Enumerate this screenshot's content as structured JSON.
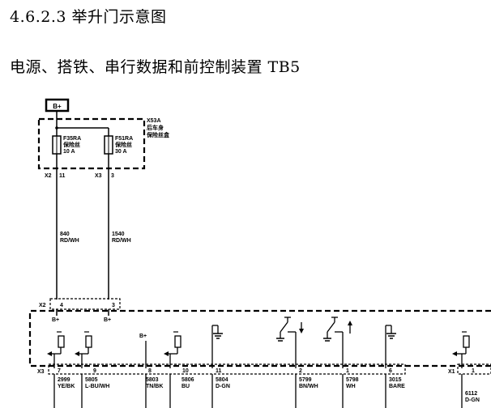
{
  "section_title": "4.6.2.3 举升门示意图",
  "subsection_title": "电源、搭铁、串行数据和前控制装置 TB5",
  "power_label": "B+",
  "fuse_block": {
    "id": "X53A",
    "line1": "后车身",
    "line2": "保险丝盒"
  },
  "fuses": [
    {
      "id": "F35RA",
      "name": "保险丝",
      "rating": "10 A"
    },
    {
      "id": "F51RA",
      "name": "保险丝",
      "rating": "30 A"
    }
  ],
  "fuse_block_connectors": [
    {
      "conn": "X2",
      "pin": "11"
    },
    {
      "conn": "X3",
      "pin": "3"
    }
  ],
  "wires_upper": [
    {
      "circuit": "840",
      "color": "RD/WH"
    },
    {
      "circuit": "1540",
      "color": "RD/WH"
    }
  ],
  "module_input_connector": {
    "conn": "X2",
    "pins": [
      "4",
      "3"
    ],
    "labels": [
      "B+",
      "B+"
    ]
  },
  "module_mid_label": "B+",
  "module_bottom_connectors": [
    {
      "conn": "X3",
      "pins": [
        "7",
        "9",
        "8",
        "10",
        "11",
        "2",
        "1",
        "6"
      ]
    },
    {
      "conn": "X1",
      "pins": [
        "1"
      ]
    }
  ],
  "wires_lower": [
    {
      "circuit": "2999",
      "color": "YE/BK"
    },
    {
      "circuit": "5805",
      "color": "L-BU/WH"
    },
    {
      "circuit": "5803",
      "color": "TN/BK"
    },
    {
      "circuit": "5806",
      "color": "BU"
    },
    {
      "circuit": "5804",
      "color": "D-GN"
    },
    {
      "circuit": "5799",
      "color": "BN/WH"
    },
    {
      "circuit": "5798",
      "color": "WH"
    },
    {
      "circuit": "3015",
      "color": "BARE"
    },
    {
      "circuit": "6112",
      "color": "D-GN"
    }
  ]
}
